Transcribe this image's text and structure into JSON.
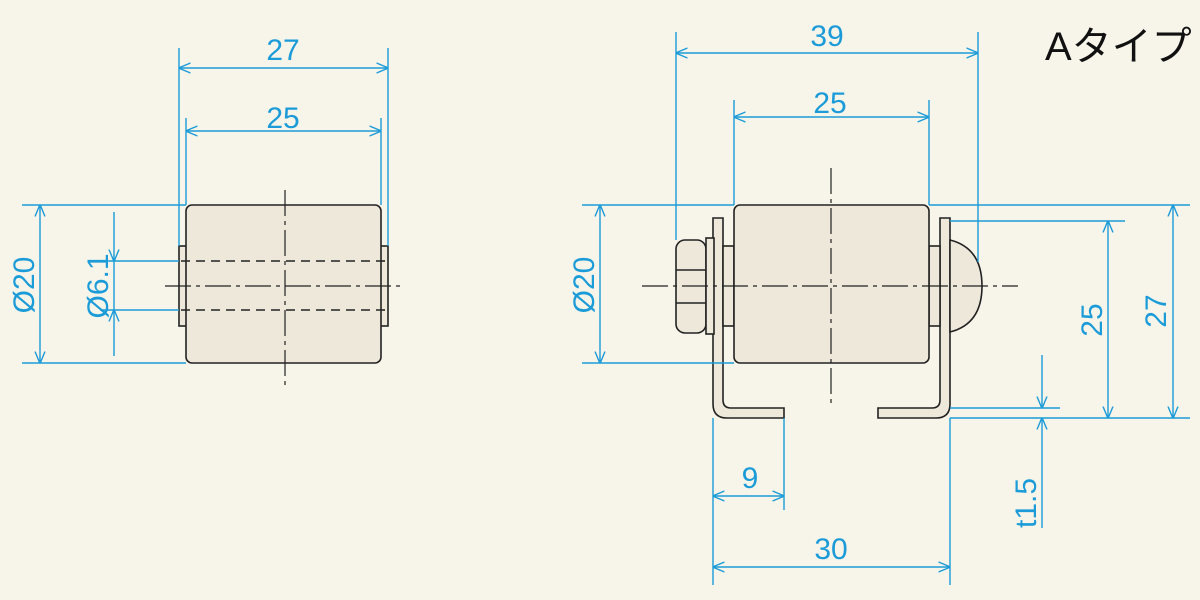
{
  "title": "Aタイプ",
  "left_view": {
    "dims": {
      "overall_width": "27",
      "body_width": "25",
      "roller_diameter": "Ø20",
      "shaft_diameter": "Ø6.1"
    }
  },
  "right_view": {
    "dims": {
      "overall_width": "39",
      "body_width": "25",
      "roller_diameter": "Ø20",
      "bracket_height_inner": "25",
      "bracket_height_outer": "27",
      "flange_length": "9",
      "bracket_span": "30",
      "thickness": "t1.5"
    }
  },
  "colors": {
    "dimension": "#1b9bd8",
    "outline": "#222222",
    "background": "#f7f4e9"
  }
}
